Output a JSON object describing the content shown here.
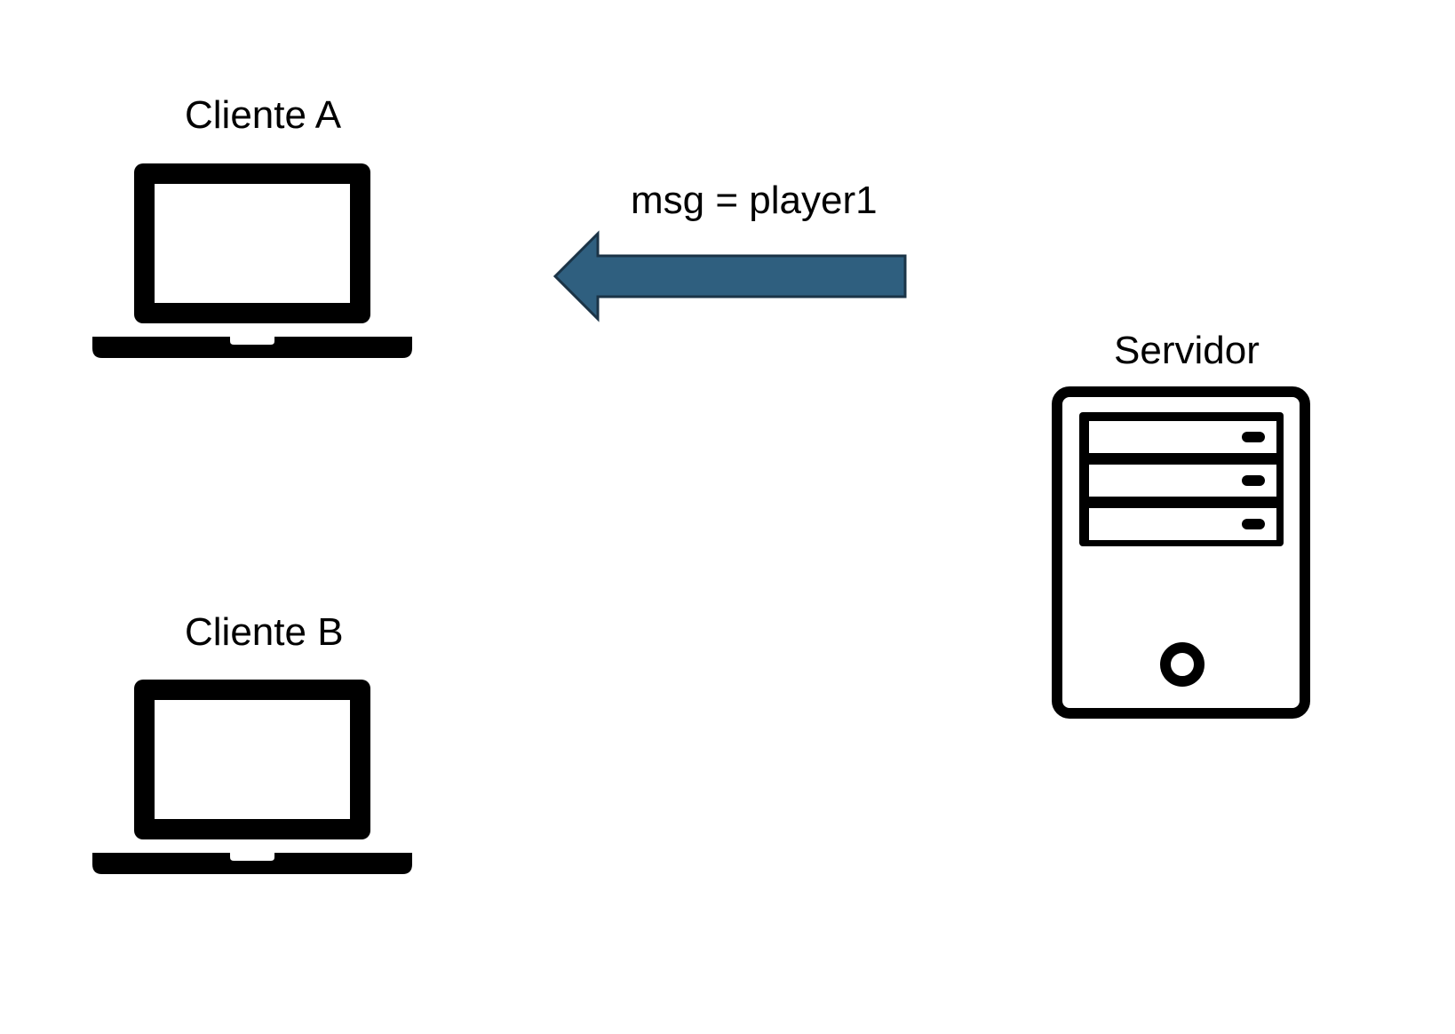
{
  "nodes": {
    "client_a": {
      "label": "Cliente A",
      "icon": "laptop-icon"
    },
    "client_b": {
      "label": "Cliente B",
      "icon": "laptop-icon"
    },
    "server": {
      "label": "Servidor",
      "icon": "server-tower-icon"
    }
  },
  "edges": [
    {
      "from": "server",
      "to": "client_a",
      "label": "msg = player1",
      "color": "#2f5f7f"
    }
  ],
  "colors": {
    "icon": "#000000",
    "arrow_fill": "#2f5f7f",
    "arrow_stroke": "#1b3447",
    "background": "#ffffff"
  }
}
